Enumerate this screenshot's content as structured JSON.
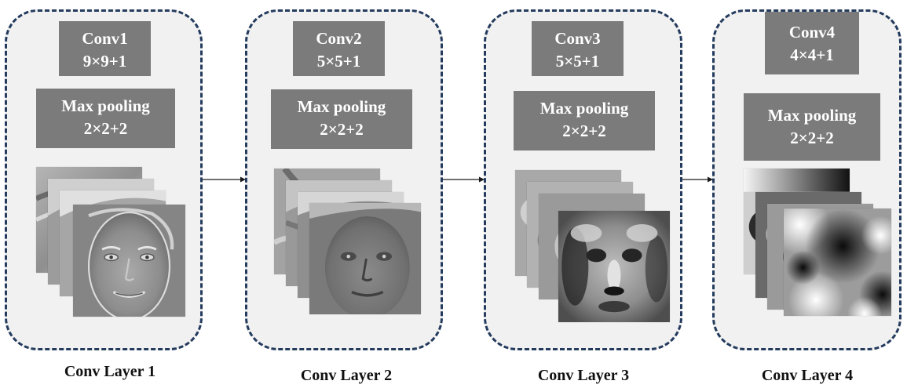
{
  "layers": [
    {
      "conv_title": "Conv1",
      "conv_spec": "9×9+1",
      "pool_title": "Max pooling",
      "pool_spec": "2×2+2",
      "caption": "Conv Layer 1"
    },
    {
      "conv_title": "Conv2",
      "conv_spec": "5×5+1",
      "pool_title": "Max pooling",
      "pool_spec": "2×2+2",
      "caption": "Conv Layer 2"
    },
    {
      "conv_title": "Conv3",
      "conv_spec": "5×5+1",
      "pool_title": "Max pooling",
      "pool_spec": "2×2+2",
      "caption": "Conv Layer 3"
    },
    {
      "conv_title": "Conv4",
      "conv_spec": "4×4+1",
      "pool_title": "Max pooling",
      "pool_spec": "2×2+2",
      "caption": "Conv Layer 4"
    }
  ],
  "colors": {
    "border": "#243b5e",
    "panel": "#f1f1f1",
    "op_box": "#7b7b7b",
    "arrow": "#1a1a1a"
  }
}
